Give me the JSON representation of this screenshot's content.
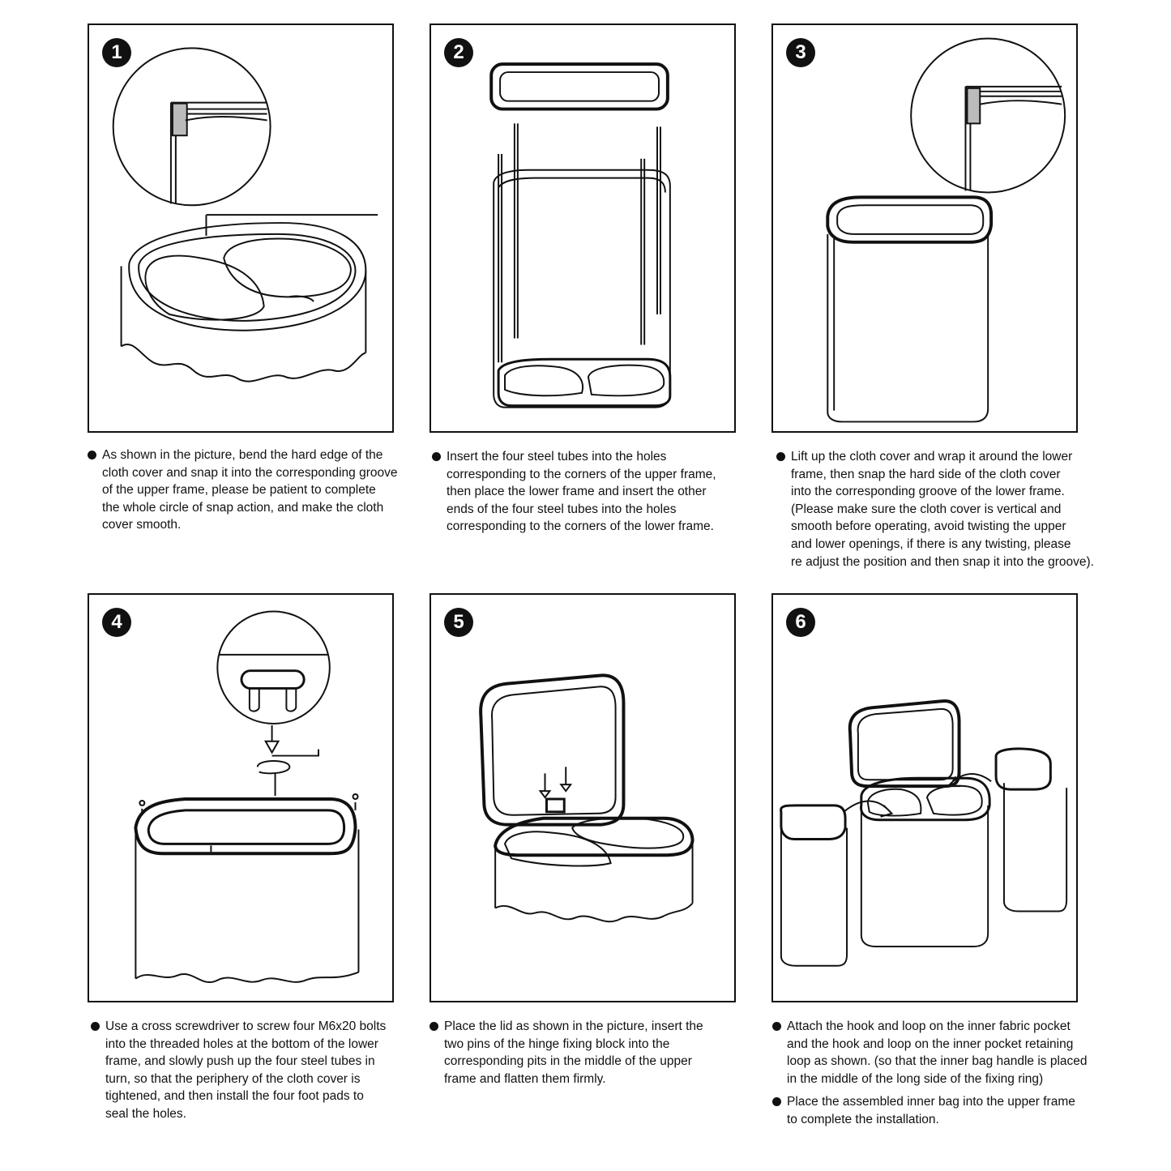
{
  "steps": [
    {
      "number": "1",
      "items": [
        "As shown in the picture, bend the hard edge of the\ncloth cover and snap it into the corresponding groove\nof the upper frame, please be patient to complete\nthe whole circle of snap action, and make the cloth\ncover smooth."
      ]
    },
    {
      "number": "2",
      "items": [
        "Insert the four steel tubes into the holes\ncorresponding to the corners of the upper frame,\nthen place the lower frame and insert the other\nends of the four steel tubes into the holes\ncorresponding to the corners of the lower frame."
      ]
    },
    {
      "number": "3",
      "items": [
        "Lift up the cloth cover and wrap it around the lower\nframe, then snap the hard side of the cloth cover\ninto the corresponding groove of the lower frame.\n(Please make sure the cloth cover is vertical and\nsmooth before operating, avoid twisting the upper\nand lower openings, if there is any twisting, please\nre adjust the position and then snap it into the groove)."
      ]
    },
    {
      "number": "4",
      "items": [
        "Use a cross screwdriver to screw four M6x20 bolts\ninto the threaded holes at the bottom of the lower\nframe, and slowly push up the four steel tubes in\nturn, so that the periphery of the cloth cover is\ntightened, and then install the four foot pads to\nseal the holes."
      ]
    },
    {
      "number": "5",
      "items": [
        "Place the lid as shown in the picture, insert the\ntwo pins of the hinge fixing block into the\ncorresponding pits in the middle of the upper\nframe and flatten them firmly."
      ]
    },
    {
      "number": "6",
      "items": [
        "Attach the hook and loop on the inner fabric pocket\nand the hook and loop on the inner pocket retaining\nloop as shown. (so that the inner bag handle is placed\nin the middle of the long side of the fixing ring)",
        "Place the assembled inner bag into the upper frame\nto complete the installation."
      ]
    }
  ]
}
